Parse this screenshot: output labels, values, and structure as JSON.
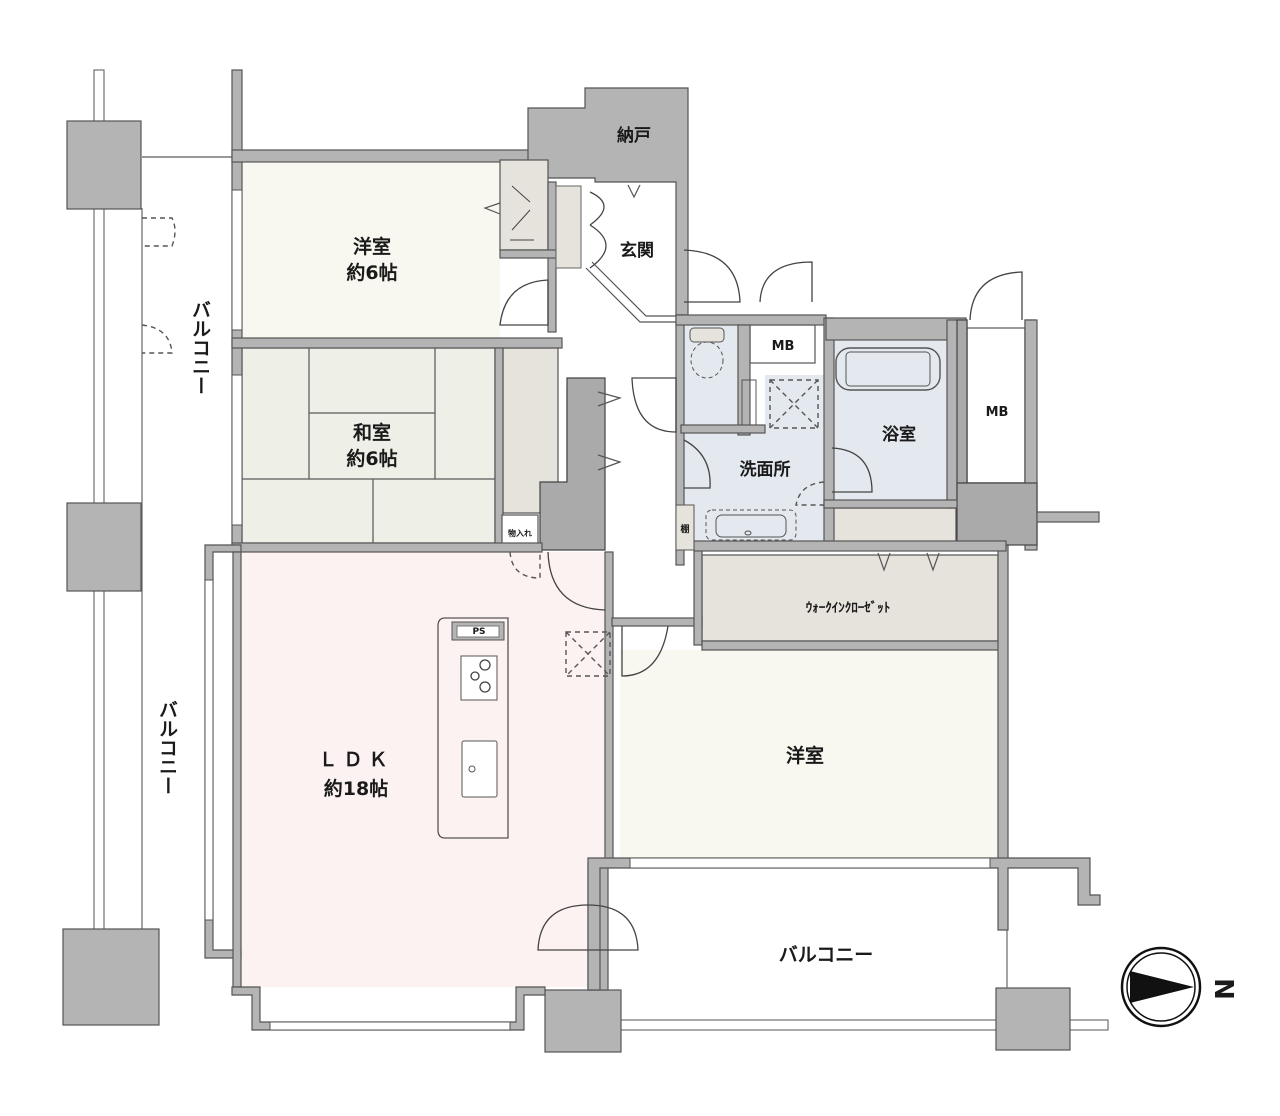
{
  "floorplan": {
    "colors": {
      "wall": "#b4b4b4",
      "ldk": "#fcf2f2",
      "western": "#f8f7f0",
      "japanese": "#eef0e8",
      "storage": "#e6e2dc",
      "wet": "#e4e8ef",
      "balcony": "#ffffff"
    },
    "rooms": {
      "western_room_1": {
        "name": "洋室",
        "size": "約6帖"
      },
      "japanese_room": {
        "name": "和室",
        "size": "約6帖"
      },
      "ldk": {
        "name": "ＬＤＫ",
        "size": "約18帖"
      },
      "western_room_2": {
        "name": "洋室"
      },
      "storeroom": {
        "name": "納戸"
      },
      "entrance": {
        "name": "玄関"
      },
      "washroom": {
        "name": "洗面所"
      },
      "bathroom": {
        "name": "浴室"
      },
      "walk_in_closet": {
        "name": "ｳｫｰｸｲﾝｸﾛｰｾﾞｯﾄ"
      },
      "meter_box_1": {
        "name": "MB"
      },
      "meter_box_2": {
        "name": "MB"
      },
      "pipe_space": {
        "name": "PS"
      },
      "shelf": {
        "name": "棚"
      },
      "closet_small": {
        "name": "物入れ"
      }
    },
    "balconies": {
      "west_upper": {
        "name": "バルコニー"
      },
      "west_lower": {
        "name": "バルコニー"
      },
      "south": {
        "name": "バルコニー"
      }
    },
    "compass": {
      "direction_label": "N",
      "icon": "north-arrow-icon"
    }
  }
}
